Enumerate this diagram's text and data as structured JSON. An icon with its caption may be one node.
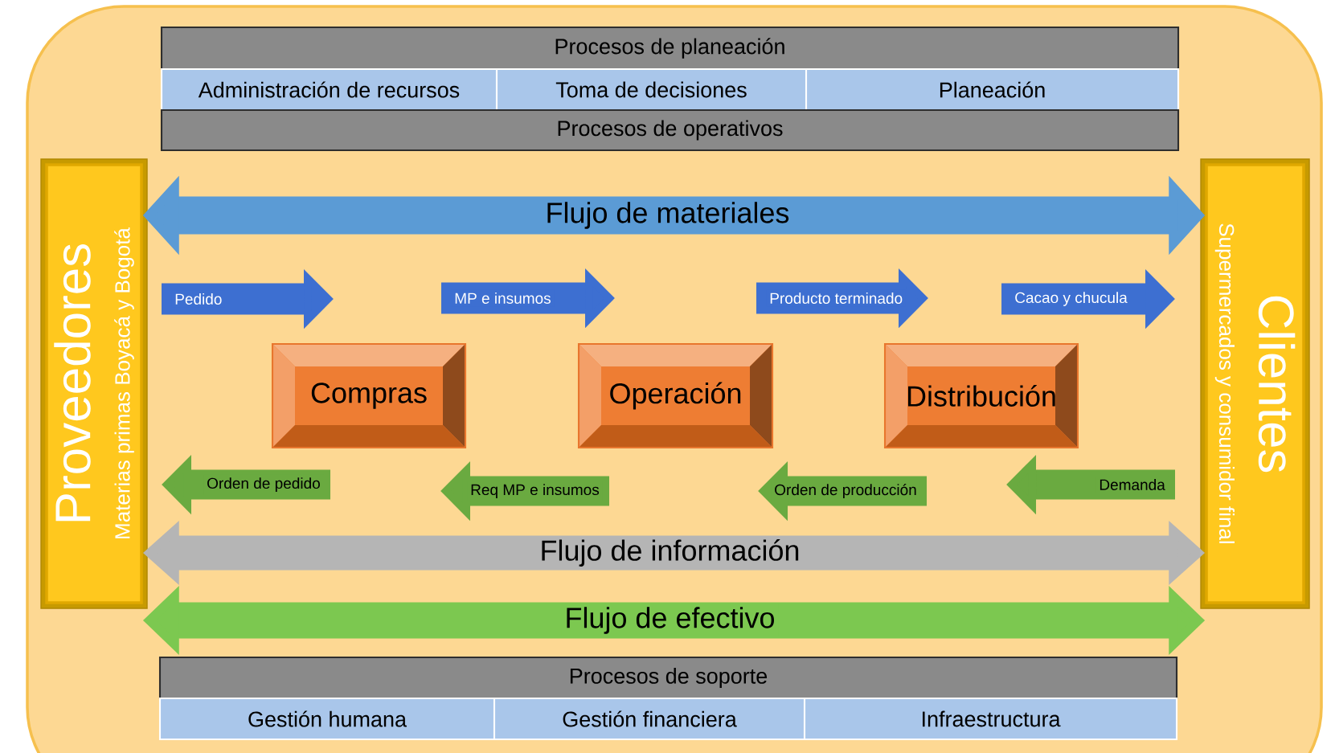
{
  "diagram": {
    "nodes": [
      {
        "text": [
          "Procesos de planeación"
        ]
      },
      {
        "text": [
          "Administración de recursos"
        ]
      },
      {
        "text": [
          "Toma de decisiones"
        ]
      },
      {
        "text": [
          "Planeación"
        ]
      },
      {
        "text": [
          "Procesos de operativos"
        ]
      },
      {
        "text": [
          "Proveedores",
          "Materias primas Boyacá y Bogotá"
        ]
      },
      {
        "text": [
          "Clientes",
          "Supermercados y consumidor final"
        ]
      },
      {
        "text": [
          "Compras"
        ]
      },
      {
        "text": [
          "Operación"
        ]
      },
      {
        "text": [
          "Distribución"
        ]
      },
      {
        "text": [
          "Procesos de soporte"
        ]
      },
      {
        "text": [
          "Gestión humana"
        ]
      },
      {
        "text": [
          "Gestión financiera"
        ]
      },
      {
        "text": [
          "Infraestructura"
        ]
      }
    ],
    "edges": [
      {
        "from": 5,
        "to": 7,
        "arrow": "to",
        "label": "Pedido",
        "color": "#3d6fd1"
      },
      {
        "from": 7,
        "to": 8,
        "arrow": "to",
        "label": "MP e insumos",
        "color": "#3d6fd1"
      },
      {
        "from": 8,
        "to": 9,
        "arrow": "to",
        "label": "Producto terminado",
        "color": "#3d6fd1"
      },
      {
        "from": 9,
        "to": 6,
        "arrow": "to",
        "label": "Cacao y chucula",
        "color": "#3d6fd1"
      },
      {
        "from": 7,
        "to": 5,
        "arrow": "to",
        "label": "Orden de pedido",
        "color": "#6aaa40"
      },
      {
        "from": 8,
        "to": 7,
        "arrow": "to",
        "label": "Req MP e insumos",
        "color": "#6aaa40"
      },
      {
        "from": 9,
        "to": 8,
        "arrow": "to",
        "label": "Orden de producción",
        "color": "#6aaa40"
      },
      {
        "from": 6,
        "to": 9,
        "arrow": "to",
        "label": "Demanda",
        "color": "#6aaa40"
      },
      {
        "from": 5,
        "to": 6,
        "arrow": "both",
        "label": "Flujo de materiales",
        "color": "#5b9bd5"
      },
      {
        "from": 5,
        "to": 6,
        "arrow": "both",
        "label": "Flujo de información",
        "color": "#b5b5b5"
      },
      {
        "from": 5,
        "to": 6,
        "arrow": "both",
        "label": "Flujo de efectivo",
        "color": "#7cc850"
      }
    ]
  }
}
